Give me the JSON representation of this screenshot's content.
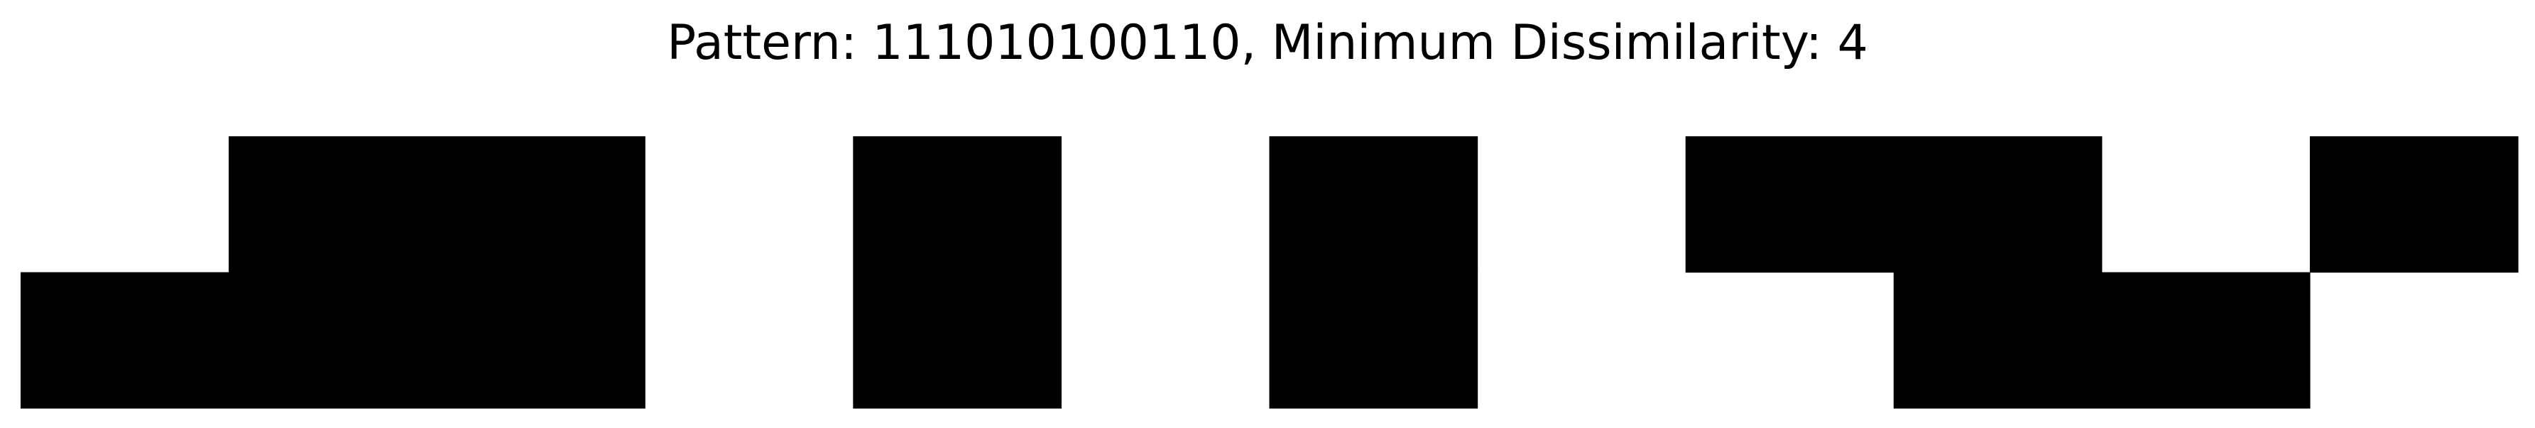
{
  "title": "Pattern: 111010100110, Minimum Dissimilarity: 4",
  "grid": {
    "rows": 2,
    "cols": 12,
    "fill_color": "#000000",
    "background_color": "#ffffff",
    "cells": [
      [
        0,
        1,
        1,
        0,
        1,
        0,
        1,
        0,
        1,
        1,
        0,
        1
      ],
      [
        1,
        1,
        1,
        0,
        1,
        0,
        1,
        0,
        0,
        1,
        1,
        0
      ]
    ]
  }
}
